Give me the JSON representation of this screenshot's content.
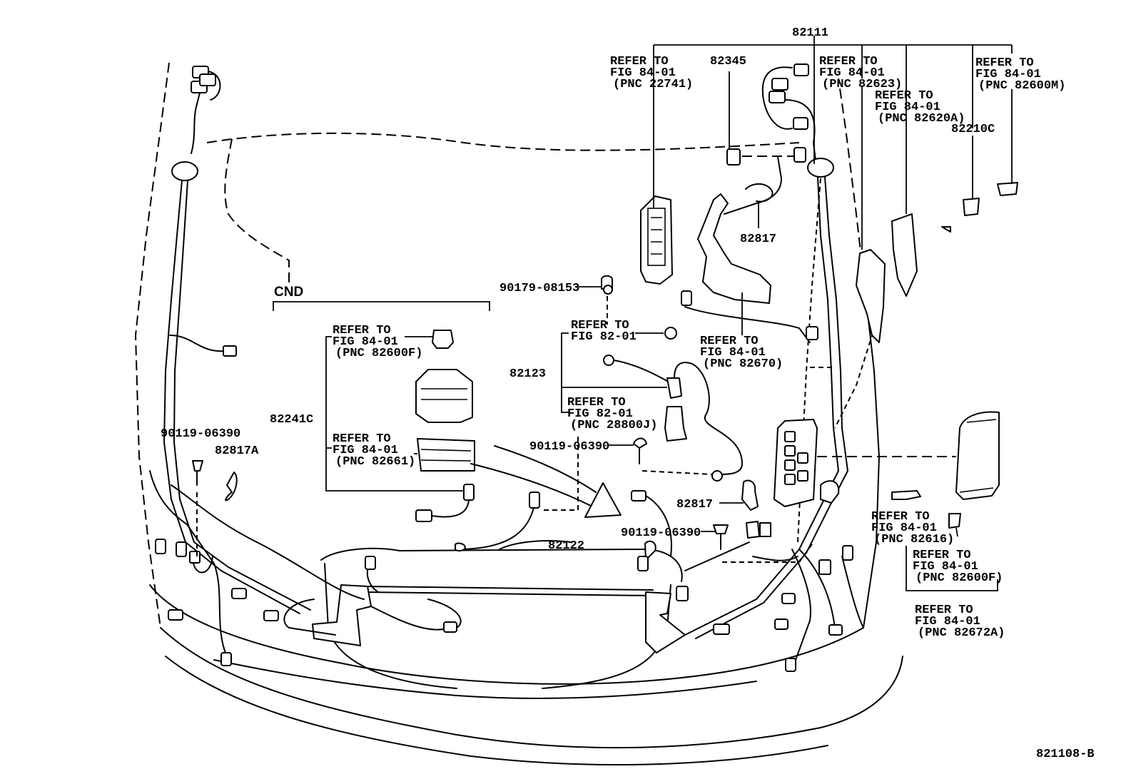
{
  "diagram": {
    "figure_code": "821108-B",
    "labels": {
      "l_82111": "82111",
      "l_82345": "82345",
      "l_82817_top": "82817",
      "l_82817_mid": "82817",
      "l_82817A": "82817A",
      "l_82210C": "82210C",
      "l_cnd": "CND",
      "l_82241C": "82241C",
      "l_82123": "82123",
      "l_82122": "82122",
      "l_90179": "90179-08153",
      "l_90119_a": "90119-06390",
      "l_90119_b": "90119-06390",
      "l_90119_c": "90119-06390"
    },
    "refs": [
      {
        "line1": "REFER TO",
        "line2": "FIG 84-01",
        "line3": "(PNC 22741)"
      },
      {
        "line1": "REFER TO",
        "line2": "FIG 84-01",
        "line3": "(PNC 82623)"
      },
      {
        "line1": "REFER TO",
        "line2": "FIG 84-01",
        "line3": "(PNC 82620A)"
      },
      {
        "line1": "REFER TO",
        "line2": "FIG 84-01",
        "line3": "(PNC 82600M)"
      },
      {
        "line1": "REFER TO",
        "line2": "FIG 84-01",
        "line3": "(PNC 82600F)"
      },
      {
        "line1": "REFER TO",
        "line2": "FIG 84-01",
        "line3": "(PNC 82661)"
      },
      {
        "line1": "REFER TO",
        "line2": "FIG 82-01",
        "line3": ""
      },
      {
        "line1": "REFER TO",
        "line2": "FIG 82-01",
        "line3": "(PNC 28800J)"
      },
      {
        "line1": "REFER TO",
        "line2": "FIG 84-01",
        "line3": "(PNC 82670)"
      },
      {
        "line1": "REFER TO",
        "line2": "FIG 84-01",
        "line3": "(PNC 82616)"
      },
      {
        "line1": "REFER TO",
        "line2": "FIG 84-01",
        "line3": "(PNC 82600F)"
      },
      {
        "line1": "REFER TO",
        "line2": "FIG 84-01",
        "line3": "(PNC 82672A)"
      }
    ]
  }
}
